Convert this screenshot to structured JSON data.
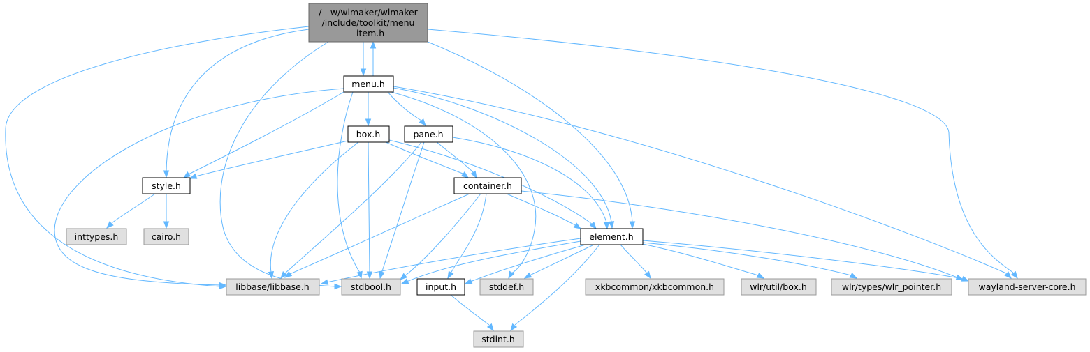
{
  "colors": {
    "edge": "#63b8ff",
    "root_fill": "#999999",
    "root_border": "#666666",
    "documented_fill": "#ffffff",
    "documented_border": "#000000",
    "external_fill": "#e0e0e0",
    "external_border": "#999999"
  },
  "nodes": {
    "root": {
      "lines": [
        "/__w/wlmaker/wlmaker",
        "/include/toolkit/menu",
        "_item.h"
      ]
    },
    "menu": {
      "label": "menu.h"
    },
    "box": {
      "label": "box.h"
    },
    "pane": {
      "label": "pane.h"
    },
    "style": {
      "label": "style.h"
    },
    "container": {
      "label": "container.h"
    },
    "element": {
      "label": "element.h"
    },
    "inttypes": {
      "label": "inttypes.h"
    },
    "cairo": {
      "label": "cairo.h"
    },
    "libbase": {
      "label": "libbase/libbase.h"
    },
    "stdbool": {
      "label": "stdbool.h"
    },
    "input": {
      "label": "input.h"
    },
    "stddef": {
      "label": "stddef.h"
    },
    "xkbcommon": {
      "label": "xkbcommon/xkbcommon.h"
    },
    "wlrbox": {
      "label": "wlr/util/box.h"
    },
    "wlrpointer": {
      "label": "wlr/types/wlr_pointer.h"
    },
    "wayland": {
      "label": "wayland-server-core.h"
    },
    "stdint": {
      "label": "stdint.h"
    }
  }
}
